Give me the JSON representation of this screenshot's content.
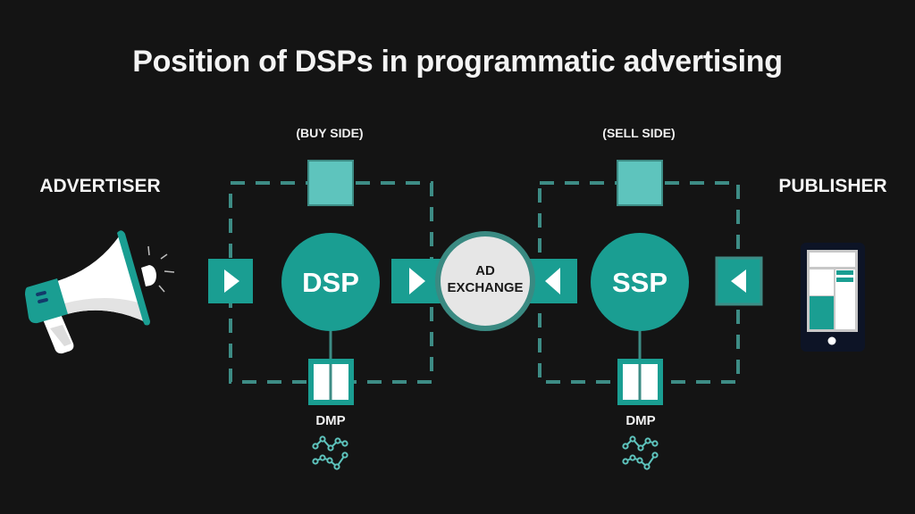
{
  "title": "Position of DSPs in programmatic advertising",
  "colors": {
    "background": "#141414",
    "teal": "#1a9e92",
    "teal_light": "#5ec4bd",
    "teal_dark": "#3d8c85",
    "exchange_fill": "#e6e6e6",
    "exchange_ring": "#3a8a82",
    "phone_body": "#0d1426"
  },
  "actors": {
    "advertiser": "ADVERTISER",
    "publisher": "PUBLISHER"
  },
  "buy_side": {
    "label": "(BUY SIDE)",
    "platform": "DSP",
    "data_platform": "DMP"
  },
  "sell_side": {
    "label": "(SELL SIDE)",
    "platform": "SSP",
    "data_platform": "DMP"
  },
  "exchange": {
    "line1": "AD",
    "line2": "EXCHANGE"
  },
  "flow": [
    {
      "from": "advertiser",
      "to": "DSP",
      "direction": "right"
    },
    {
      "from": "DSP",
      "to": "AD EXCHANGE",
      "direction": "right"
    },
    {
      "from": "SSP",
      "to": "AD EXCHANGE",
      "direction": "left"
    },
    {
      "from": "publisher",
      "to": "SSP",
      "direction": "left"
    }
  ]
}
